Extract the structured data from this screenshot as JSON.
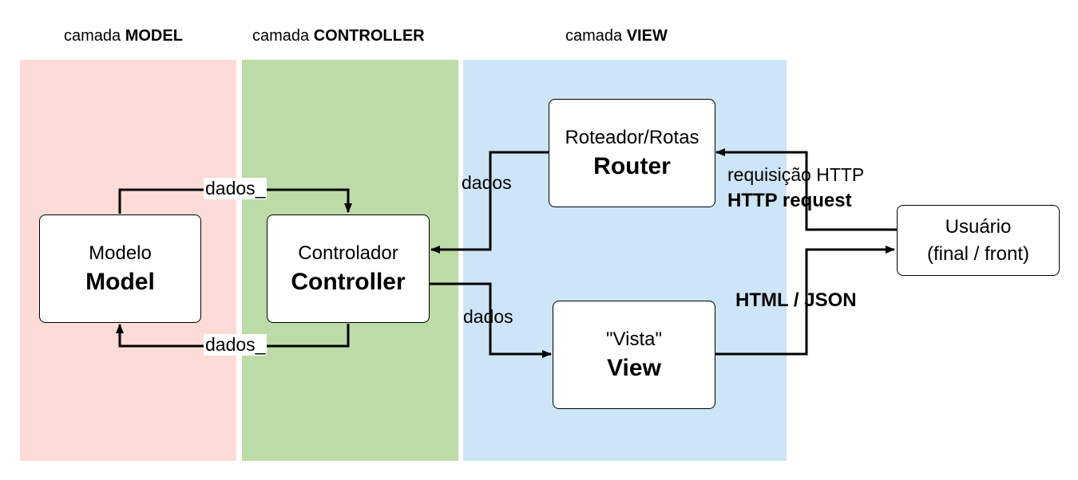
{
  "layers": {
    "model": {
      "prefix": "camada ",
      "name": "MODEL",
      "color": "#fddbd6"
    },
    "controller": {
      "prefix": "camada ",
      "name": "CONTROLLER",
      "color": "#bddba6"
    },
    "view": {
      "prefix": "camada ",
      "name": "VIEW",
      "color": "#cde5f6"
    }
  },
  "nodes": {
    "model": {
      "subtitle": "Modelo",
      "title": "Model"
    },
    "controller": {
      "subtitle": "Controlador",
      "title": "Controller"
    },
    "router": {
      "subtitle": "Roteador/Rotas",
      "title": "Router"
    },
    "view": {
      "subtitle": "\"Vista\"",
      "title": "View"
    },
    "user": {
      "line1": "Usuário",
      "line2": "(final / front)"
    }
  },
  "edges": {
    "model_to_controller": "dados_",
    "controller_to_model": "dados_",
    "router_to_controller": "dados",
    "controller_to_view": "dados",
    "request_line1": "requisição HTTP",
    "request_line2": "HTTP request",
    "response": "HTML / JSON"
  }
}
